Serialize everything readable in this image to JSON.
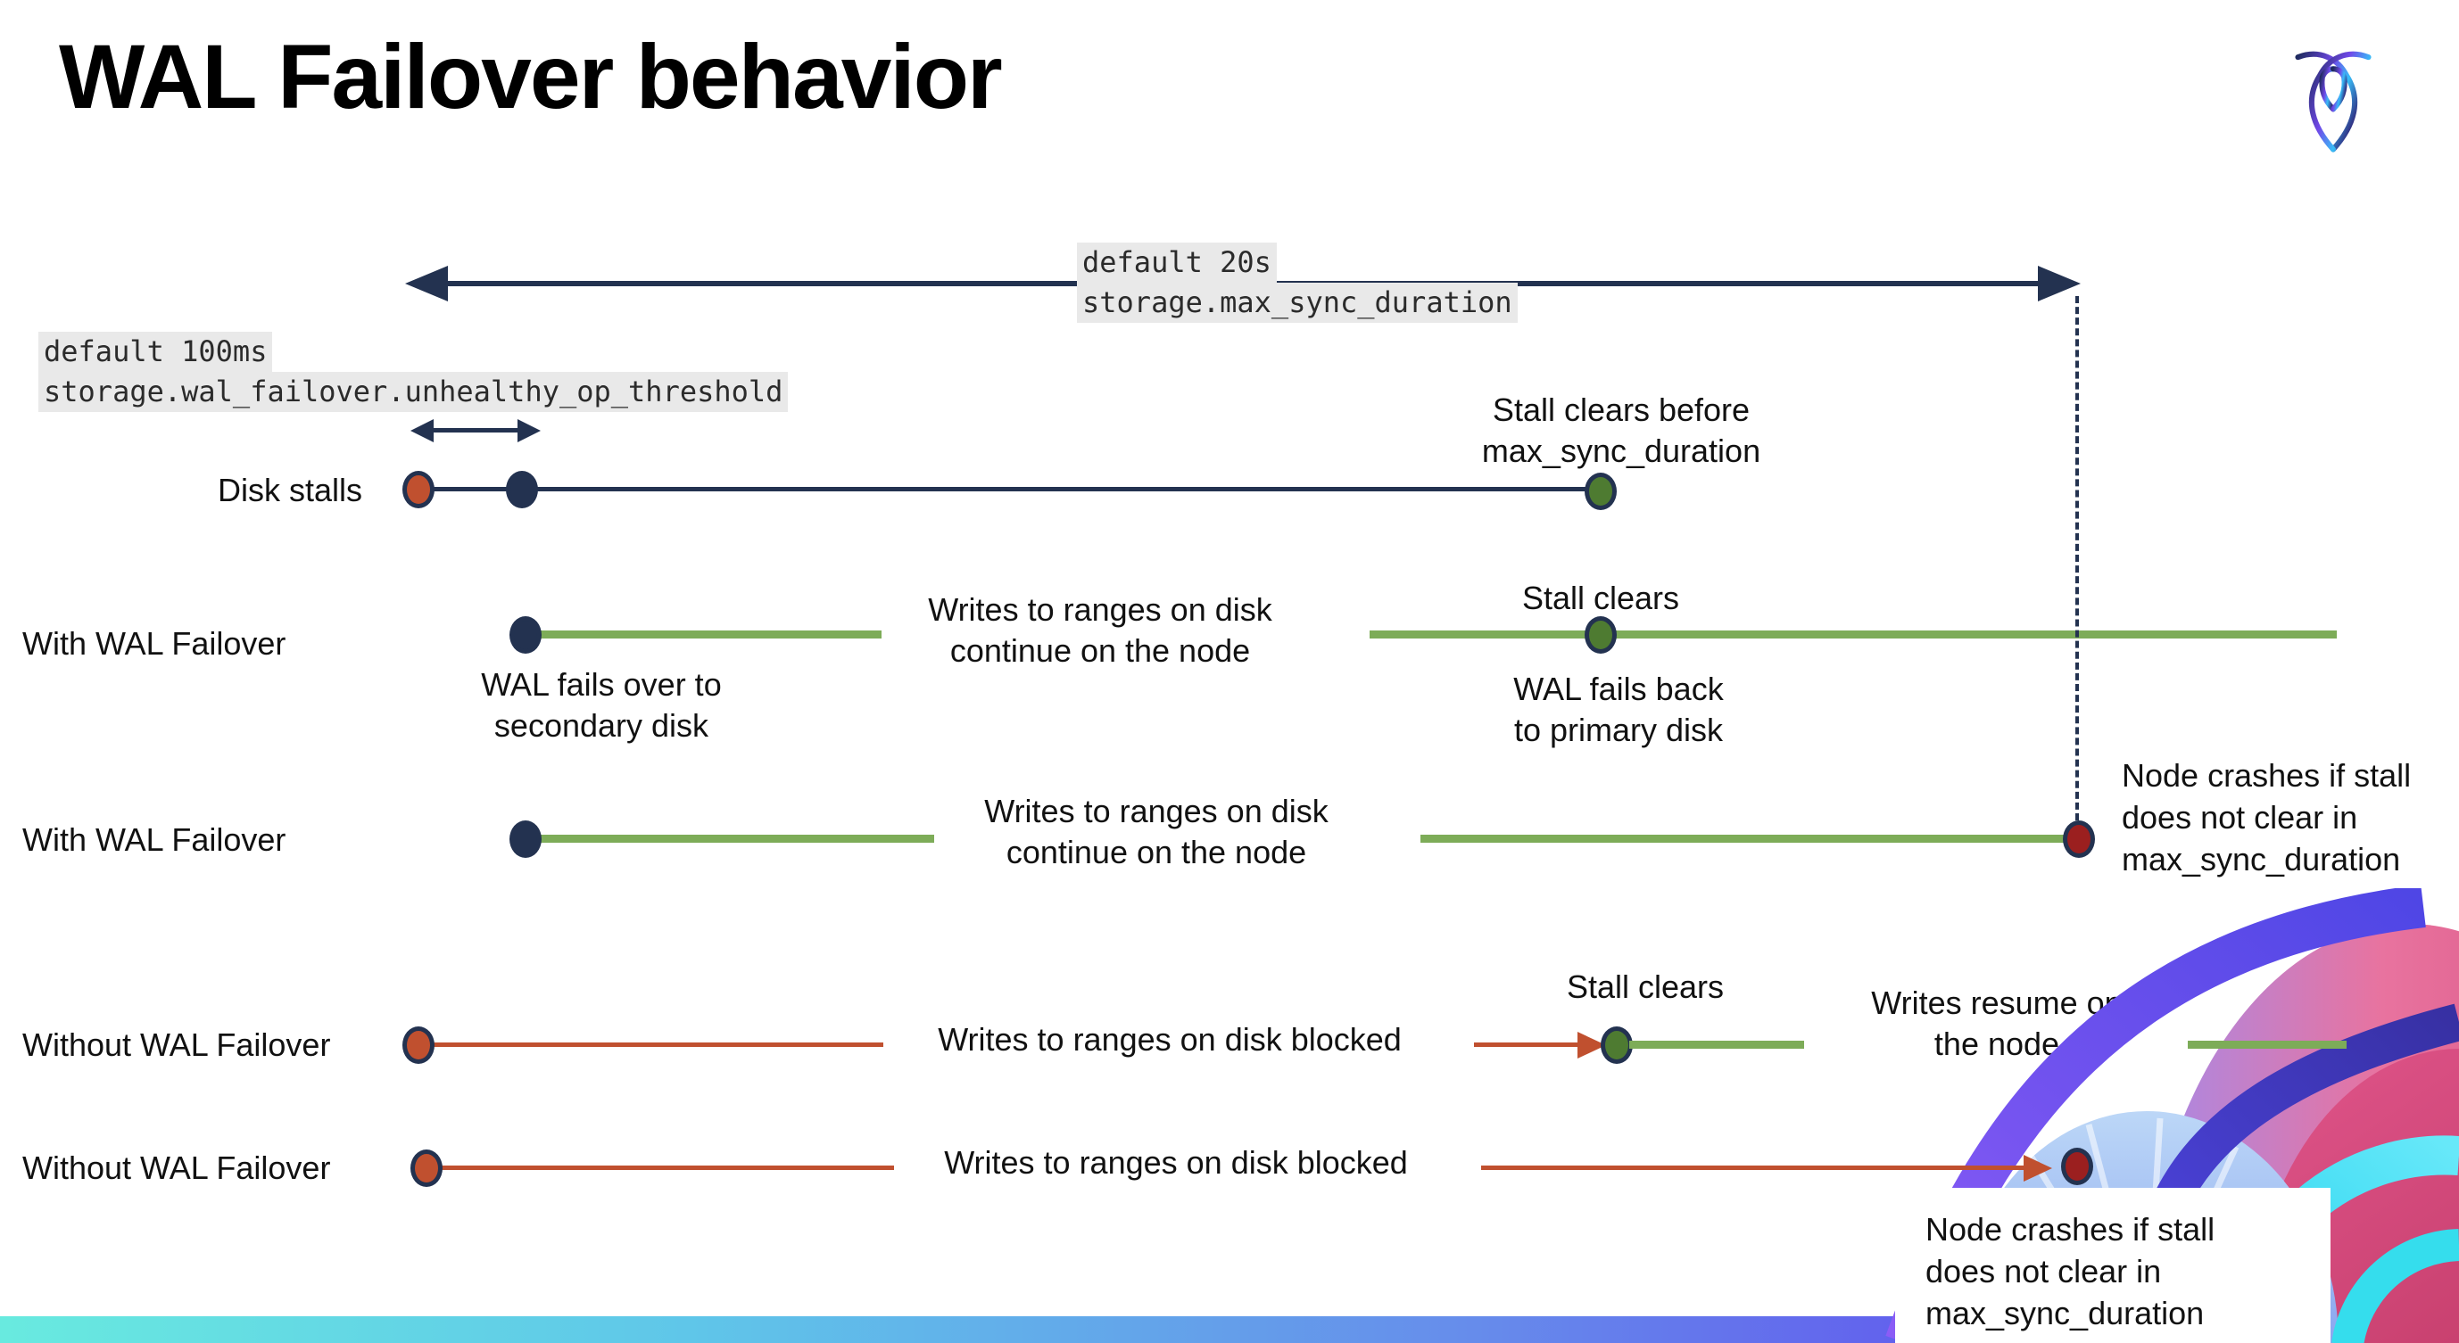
{
  "slide": {
    "title": "WAL Failover behavior"
  },
  "colors": {
    "navy": "#233250",
    "red_orange": "#c0502f",
    "dark_red": "#9b1f1f",
    "green_line": "#7dac58",
    "green_dot": "#4e7b31",
    "code_bg": "#e9e9e9",
    "bar_cyan": "#68eadf",
    "bar_blue": "#5fc6e9",
    "bar_periwinkle": "#668ceb",
    "bar_purple": "#6156ee",
    "bar_deep_purple": "#5a2ef2"
  },
  "annotations": {
    "max_sync": {
      "default": "default 20s",
      "setting": "storage.max_sync_duration"
    },
    "threshold": {
      "default": "default 100ms",
      "setting": "storage.wal_failover.unhealthy_op_threshold"
    }
  },
  "rows": {
    "disk_stalls": {
      "label": "Disk stalls",
      "stall_clears_note": "Stall clears before\nmax_sync_duration"
    },
    "with_failover_clears": {
      "label": "With WAL Failover",
      "failover_note": "WAL fails over to\nsecondary disk",
      "writes_note": "Writes to ranges on disk\ncontinue on the node",
      "stall_clears": "Stall clears",
      "failback_note": "WAL fails  back\nto primary disk"
    },
    "with_failover_crash": {
      "label": "With WAL Failover",
      "writes_note": "Writes to ranges on disk\ncontinue on the node",
      "crash_note": "Node crashes if stall\ndoes not clear in\nmax_sync_duration"
    },
    "without_failover_clears": {
      "label": "Without WAL Failover",
      "writes_note": "Writes to ranges on disk  blocked",
      "stall_clears": "Stall clears",
      "resume_note": "Writes resume on\nthe node"
    },
    "without_failover_crash": {
      "label": "Without WAL Failover",
      "writes_note": "Writes to ranges on disk  blocked",
      "crash_note": "Node crashes if stall\ndoes not clear in\nmax_sync_duration"
    }
  }
}
